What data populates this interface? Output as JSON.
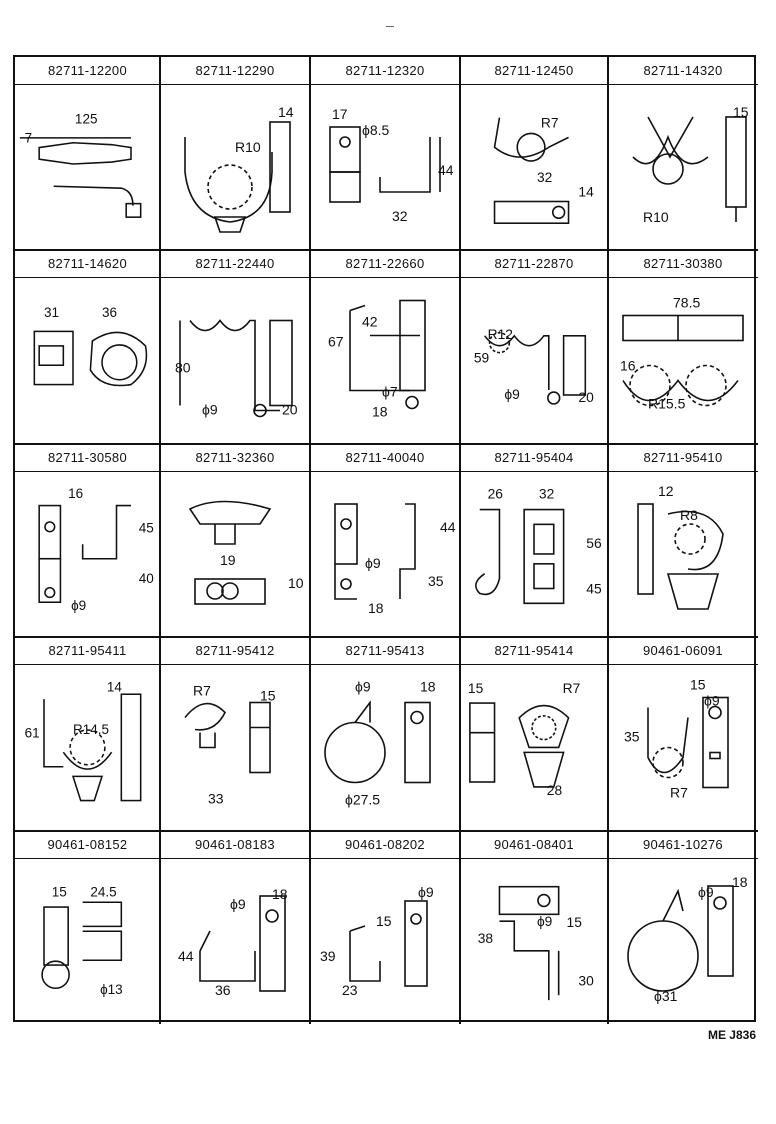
{
  "sheet_code": "ME J836",
  "cells": [
    {
      "part": "82711-12200",
      "labels": [
        "7",
        "125"
      ]
    },
    {
      "part": "82711-12290",
      "labels": [
        "14",
        "R10"
      ]
    },
    {
      "part": "82711-12320",
      "labels": [
        "17",
        "ϕ8.5",
        "44",
        "32"
      ]
    },
    {
      "part": "82711-12450",
      "labels": [
        "R7",
        "32",
        "14"
      ]
    },
    {
      "part": "82711-14320",
      "labels": [
        "15",
        "R10"
      ]
    },
    {
      "part": "82711-14620",
      "labels": [
        "31",
        "36"
      ]
    },
    {
      "part": "82711-22440",
      "labels": [
        "80",
        "ϕ9",
        "20"
      ]
    },
    {
      "part": "82711-22660",
      "labels": [
        "42",
        "67",
        "ϕ7",
        "18"
      ]
    },
    {
      "part": "82711-22870",
      "labels": [
        "R12",
        "59",
        "ϕ9",
        "20"
      ]
    },
    {
      "part": "82711-30380",
      "labels": [
        "78.5",
        "16",
        "R15.5"
      ]
    },
    {
      "part": "82711-30580",
      "labels": [
        "16",
        "45",
        "40",
        "ϕ9"
      ]
    },
    {
      "part": "82711-32360",
      "labels": [
        "19",
        "10"
      ]
    },
    {
      "part": "82711-40040",
      "labels": [
        "44",
        "ϕ9",
        "35",
        "18"
      ]
    },
    {
      "part": "82711-95404",
      "labels": [
        "26",
        "32",
        "56",
        "45"
      ]
    },
    {
      "part": "82711-95410",
      "labels": [
        "12",
        "R8"
      ]
    },
    {
      "part": "82711-95411",
      "labels": [
        "14",
        "61",
        "R14.5"
      ]
    },
    {
      "part": "82711-95412",
      "labels": [
        "R7",
        "15",
        "33"
      ]
    },
    {
      "part": "82711-95413",
      "labels": [
        "ϕ9",
        "18",
        "ϕ27.5"
      ]
    },
    {
      "part": "82711-95414",
      "labels": [
        "15",
        "R7",
        "28"
      ]
    },
    {
      "part": "90461-06091",
      "labels": [
        "15",
        "ϕ9",
        "35",
        "R7"
      ]
    },
    {
      "part": "90461-08152",
      "labels": [
        "15",
        "24.5",
        "ϕ13"
      ]
    },
    {
      "part": "90461-08183",
      "labels": [
        "ϕ9",
        "18",
        "44",
        "36"
      ]
    },
    {
      "part": "90461-08202",
      "labels": [
        "15",
        "ϕ9",
        "39",
        "23"
      ]
    },
    {
      "part": "90461-08401",
      "labels": [
        "ϕ9",
        "15",
        "38",
        "30"
      ]
    },
    {
      "part": "90461-10276",
      "labels": [
        "ϕ9",
        "18",
        "ϕ31"
      ]
    }
  ]
}
